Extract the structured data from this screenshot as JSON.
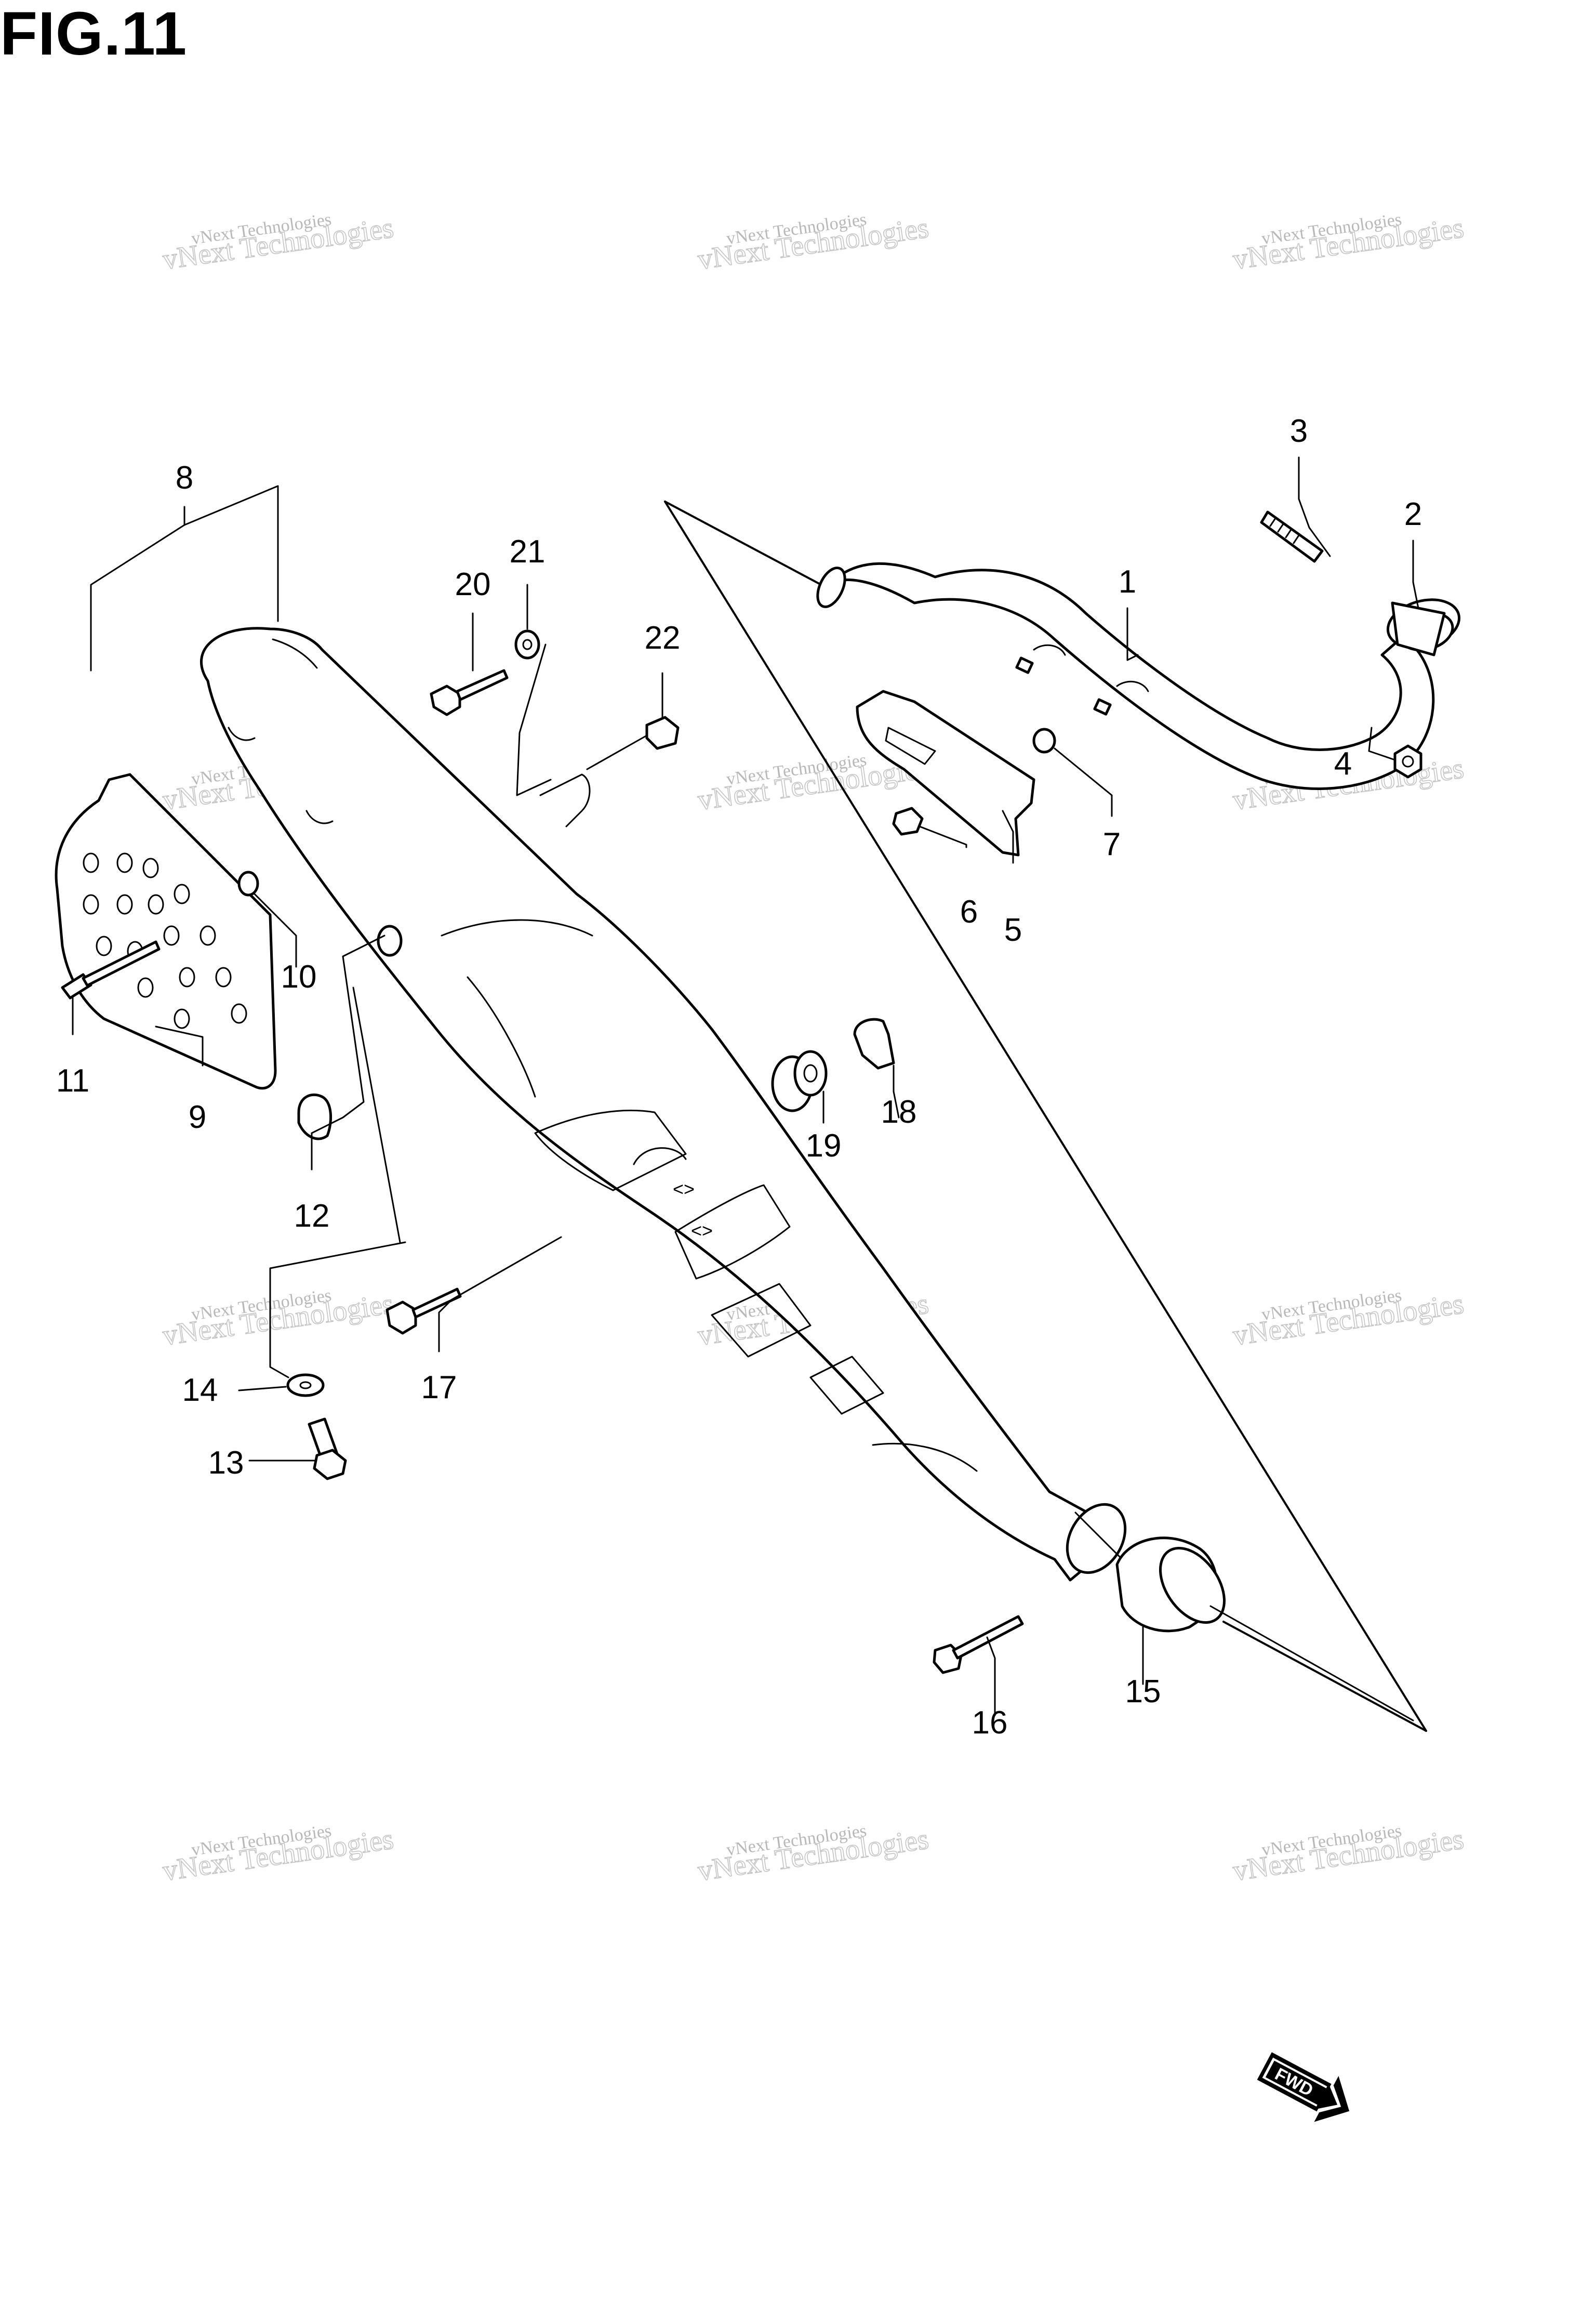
{
  "figure": {
    "title": "FIG.11"
  },
  "watermark": {
    "line1": "vNext Technologies",
    "line2": "vNext Technologies"
  },
  "callouts": [
    "1",
    "2",
    "3",
    "4",
    "5",
    "6",
    "7",
    "8",
    "9",
    "10",
    "11",
    "12",
    "13",
    "14",
    "15",
    "16",
    "17",
    "18",
    "19",
    "20",
    "21",
    "22"
  ],
  "direction_badge": {
    "text": "FWD"
  }
}
